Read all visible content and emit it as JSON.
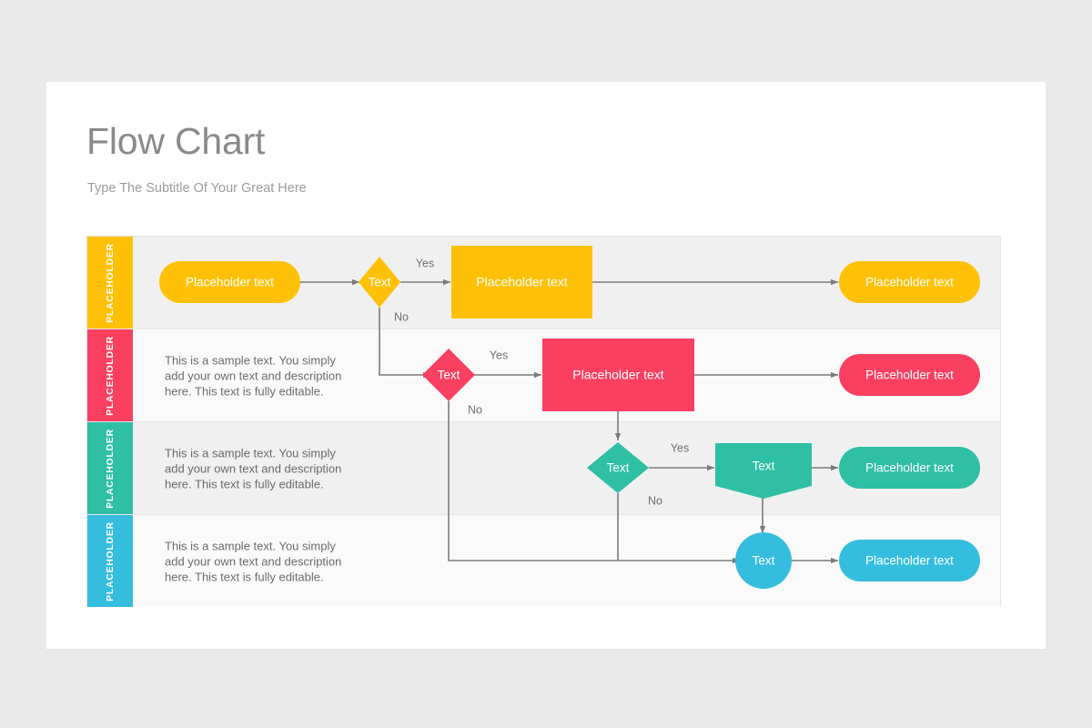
{
  "slide": {
    "title": "Flow Chart",
    "subtitle": "Type The Subtitle Of Your Great Here",
    "background_color": "#e9e9e9",
    "surface_color": "#ffffff"
  },
  "palette": {
    "yellow": "#FFC107",
    "pink": "#FA4061",
    "teal": "#2FBFA5",
    "blue": "#35BDDE",
    "line": "#7b7b7b",
    "text_gray": "#6b6b6b",
    "title_gray": "#8a8a8a",
    "row_dark": "#f0f0f0",
    "row_light": "#fafafa"
  },
  "chart_data": {
    "type": "diagram",
    "title": "Flow Chart",
    "lanes": [
      {
        "tab_label": "PLACEHOLDER",
        "color": "#FFC107",
        "shade": "dark",
        "description": "",
        "nodes": [
          {
            "id": "y-start",
            "shape": "pill",
            "label": "Placeholder text"
          },
          {
            "id": "y-dec",
            "shape": "diamond",
            "label": "Text"
          },
          {
            "id": "y-proc",
            "shape": "rectangle",
            "label": "Placeholder text"
          },
          {
            "id": "y-end",
            "shape": "pill",
            "label": "Placeholder text"
          }
        ],
        "edges": [
          {
            "from": "y-start",
            "to": "y-dec",
            "label": ""
          },
          {
            "from": "y-dec",
            "to": "y-proc",
            "label": "Yes"
          },
          {
            "from": "y-proc",
            "to": "y-end",
            "label": ""
          },
          {
            "from": "y-dec",
            "to": "p-dec",
            "label": "No"
          }
        ]
      },
      {
        "tab_label": "PLACEHOLDER",
        "color": "#FA4061",
        "shade": "light",
        "description": "This is a sample text. You simply add your own text and description here. This text is fully editable.",
        "nodes": [
          {
            "id": "p-dec",
            "shape": "diamond",
            "label": "Text"
          },
          {
            "id": "p-proc",
            "shape": "rectangle",
            "label": "Placeholder text"
          },
          {
            "id": "p-end",
            "shape": "pill",
            "label": "Placeholder text"
          }
        ],
        "edges": [
          {
            "from": "p-dec",
            "to": "p-proc",
            "label": "Yes"
          },
          {
            "from": "p-proc",
            "to": "p-end",
            "label": ""
          },
          {
            "from": "p-proc",
            "to": "t-dec",
            "label": ""
          },
          {
            "from": "p-dec",
            "to": "b-node",
            "label": "No"
          }
        ]
      },
      {
        "tab_label": "PLACEHOLDER",
        "color": "#2FBFA5",
        "shade": "dark",
        "description": "This is a sample text. You simply add your own text and description here. This text is fully editable.",
        "nodes": [
          {
            "id": "t-dec",
            "shape": "diamond",
            "label": "Text"
          },
          {
            "id": "t-proc",
            "shape": "pentagon",
            "label": "Text"
          },
          {
            "id": "t-end",
            "shape": "pill",
            "label": "Placeholder text"
          }
        ],
        "edges": [
          {
            "from": "t-dec",
            "to": "t-proc",
            "label": "Yes"
          },
          {
            "from": "t-proc",
            "to": "t-end",
            "label": ""
          },
          {
            "from": "t-proc",
            "to": "b-node",
            "label": ""
          },
          {
            "from": "t-dec",
            "to": "b-node",
            "label": "No"
          }
        ]
      },
      {
        "tab_label": "PLACEHOLDER",
        "color": "#35BDDE",
        "shade": "light",
        "description": "This is a sample text. You simply add your own text and description here. This text is fully editable.",
        "nodes": [
          {
            "id": "b-node",
            "shape": "circle",
            "label": "Text"
          },
          {
            "id": "b-end",
            "shape": "pill",
            "label": "Placeholder text"
          }
        ],
        "edges": [
          {
            "from": "b-node",
            "to": "b-end",
            "label": ""
          }
        ]
      }
    ]
  }
}
